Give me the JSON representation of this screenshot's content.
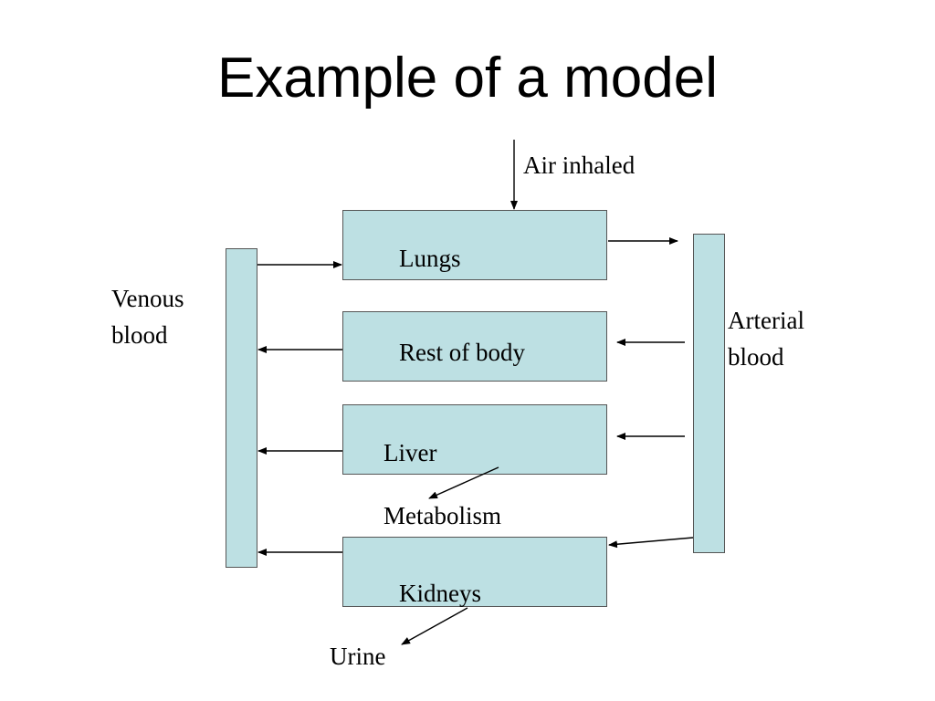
{
  "title": "Example of a model",
  "labels": {
    "air_inhaled": "Air inhaled",
    "lungs": "Lungs",
    "rest_of_body": "Rest of body",
    "liver": "Liver",
    "metabolism": "Metabolism",
    "kidneys": "Kidneys",
    "urine": "Urine",
    "venous_1": "Venous",
    "venous_2": "blood",
    "arterial_1": "Arterial",
    "arterial_2": "blood"
  },
  "colors": {
    "box_fill": "#bde0e3",
    "box_border": "#555555",
    "arrow": "#000000"
  }
}
